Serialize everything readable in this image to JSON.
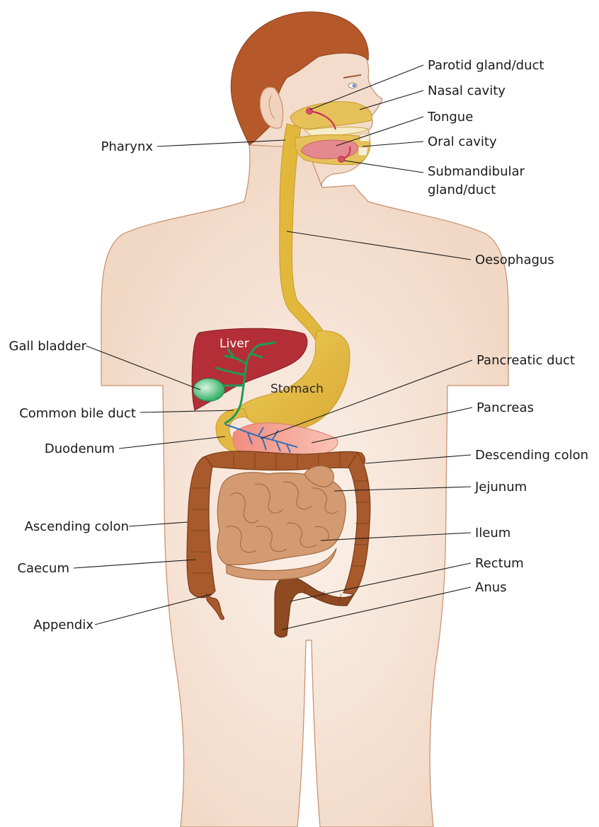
{
  "labels": {
    "parotid": "Parotid gland/duct",
    "nasal_cavity": "Nasal cavity",
    "tongue": "Tongue",
    "oral_cavity": "Oral cavity",
    "submandibular_1": "Submandibular",
    "submandibular_2": "gland/duct",
    "pharynx": "Pharynx",
    "oesophagus": "Oesophagus",
    "gall_bladder": "Gall bladder",
    "pancreatic_duct": "Pancreatic duct",
    "common_bile_duct": "Common bile duct",
    "pancreas": "Pancreas",
    "duodenum": "Duodenum",
    "descending_colon": "Descending colon",
    "jejunum": "Jejunum",
    "ascending_colon": "Ascending colon",
    "ileum": "Ileum",
    "caecum": "Caecum",
    "rectum": "Rectum",
    "anus": "Anus",
    "appendix": "Appendix"
  },
  "organ_labels": {
    "liver": "Liver",
    "stomach": "Stomach"
  },
  "colors": {
    "skin": "#f3dccb",
    "skin_outline": "#c98c6c",
    "hair": "#b5582a",
    "oesophagus": "#e2b83c",
    "stomach": "#e3b944",
    "liver": "#b32e37",
    "bile_duct": "#1f9a58",
    "gall_bladder": "#34b56a",
    "pancreas": "#f2a091",
    "pancreatic_duct": "#2f6fb8",
    "colon": "#a85a2c",
    "small_intestine": "#d49b72",
    "rectum": "#8f4a22",
    "glands": "#d34a6a"
  }
}
